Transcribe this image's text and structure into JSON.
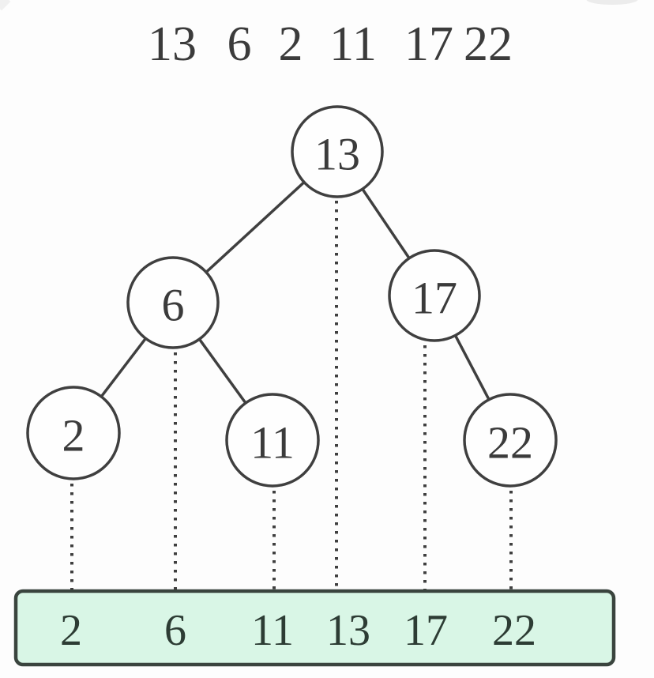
{
  "diagram_type": "binary-search-tree",
  "colors": {
    "background": "#fdfdfd",
    "stroke": "#3f3f3f",
    "text": "#3b3b3b",
    "node_fill": "#fefefe",
    "array_fill": "#d9f6e6",
    "array_border": "#3a443e",
    "array_text": "#2d3c34"
  },
  "insertion_sequence": {
    "values": [
      "13",
      "6",
      "2",
      "11",
      "17",
      "22"
    ]
  },
  "tree": {
    "nodes": [
      {
        "value": "13",
        "role": "root"
      },
      {
        "value": "6",
        "role": "left-child-of-13"
      },
      {
        "value": "17",
        "role": "right-child-of-13"
      },
      {
        "value": "2",
        "role": "left-child-of-6"
      },
      {
        "value": "11",
        "role": "right-child-of-6"
      },
      {
        "value": "22",
        "role": "right-child-of-17"
      }
    ],
    "edges": [
      [
        "13",
        "6"
      ],
      [
        "13",
        "17"
      ],
      [
        "6",
        "2"
      ],
      [
        "6",
        "11"
      ],
      [
        "17",
        "22"
      ]
    ]
  },
  "sorted_array": {
    "values": [
      "2",
      "6",
      "11",
      "13",
      "17",
      "22"
    ]
  }
}
